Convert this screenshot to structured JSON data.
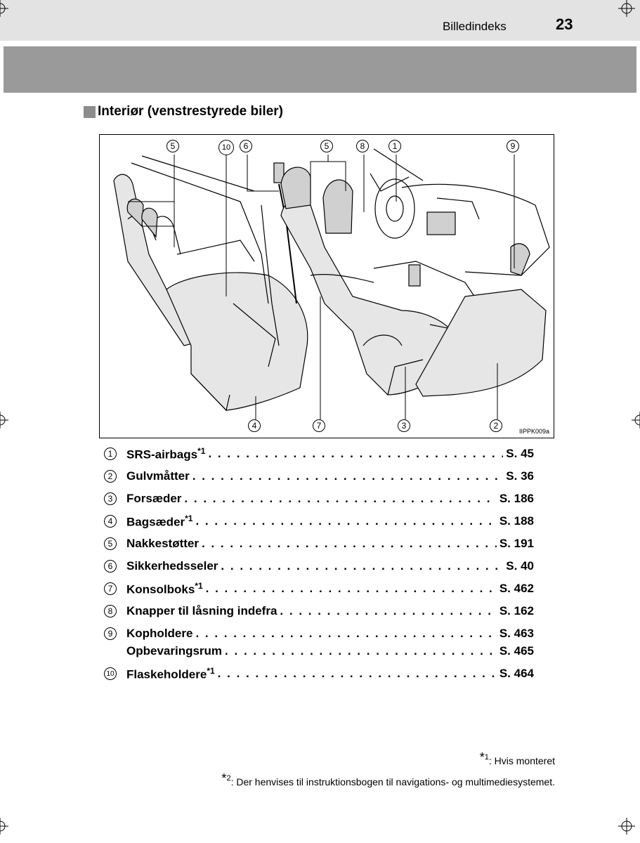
{
  "header": {
    "title": "Billedindeks",
    "page_number": "23"
  },
  "section": {
    "heading": "Interiør (venstrestyrede biler)"
  },
  "figure": {
    "code": "IIPPK009a",
    "callouts_top": [
      "5",
      "10",
      "6",
      "5",
      "8",
      "1",
      "9"
    ],
    "callouts_bottom": [
      "4",
      "7",
      "3",
      "2"
    ]
  },
  "items": [
    {
      "num": "1",
      "label": "SRS-airbags",
      "sup": "*1",
      "page": "S. 45"
    },
    {
      "num": "2",
      "label": "Gulvmåtter",
      "sup": "",
      "page": "S. 36"
    },
    {
      "num": "3",
      "label": "Forsæder",
      "sup": "",
      "page": "S. 186"
    },
    {
      "num": "4",
      "label": "Bagsæder",
      "sup": "*1",
      "page": "S. 188"
    },
    {
      "num": "5",
      "label": "Nakkestøtter",
      "sup": "",
      "page": "S. 191"
    },
    {
      "num": "6",
      "label": "Sikkerhedsseler",
      "sup": "",
      "page": "S. 40"
    },
    {
      "num": "7",
      "label": "Konsolboks",
      "sup": "*1",
      "page": "S. 462"
    },
    {
      "num": "8",
      "label": "Knapper til låsning indefra",
      "sup": "",
      "page": "S. 162"
    },
    {
      "num": "9",
      "label": "Kopholdere",
      "sup": "",
      "page": "S. 463"
    },
    {
      "num": "",
      "label": "Opbevaringsrum",
      "sup": "",
      "page": "S. 465"
    },
    {
      "num": "10",
      "label": "Flaskeholdere",
      "sup": "*1",
      "page": "S. 464"
    }
  ],
  "footnotes": [
    {
      "mark": "*",
      "sup": "1",
      "text": ": Hvis monteret"
    },
    {
      "mark": "*",
      "sup": "2",
      "text": ": Der henvises til instruktionsbogen til navigations- og multimediesystemet."
    }
  ]
}
